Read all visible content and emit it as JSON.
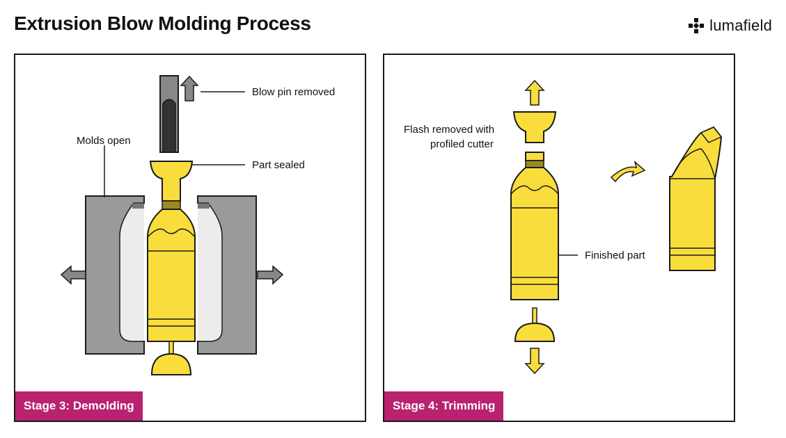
{
  "header": {
    "title": "Extrusion Blow Molding Process",
    "brand": "lumafield",
    "brand_icon": "lumafield-logo-icon"
  },
  "colors": {
    "part_yellow": "#f9dd3c",
    "mold_gray": "#9a9a9a",
    "cavity_white": "#ececec",
    "pin_dark": "#333333",
    "arrow_gray": "#888888",
    "badge_magenta": "#b8226f",
    "outline": "#1a1a1a"
  },
  "stage3": {
    "badge": "Stage 3:  Demolding",
    "labels": {
      "blow_pin": "Blow pin removed",
      "molds_open": "Molds open",
      "part_sealed": "Part sealed"
    }
  },
  "stage4": {
    "badge": "Stage 4:  Trimming",
    "labels": {
      "flash_line1": "Flash removed with",
      "flash_line2": "profiled cutter",
      "finished": "Finished part"
    }
  }
}
